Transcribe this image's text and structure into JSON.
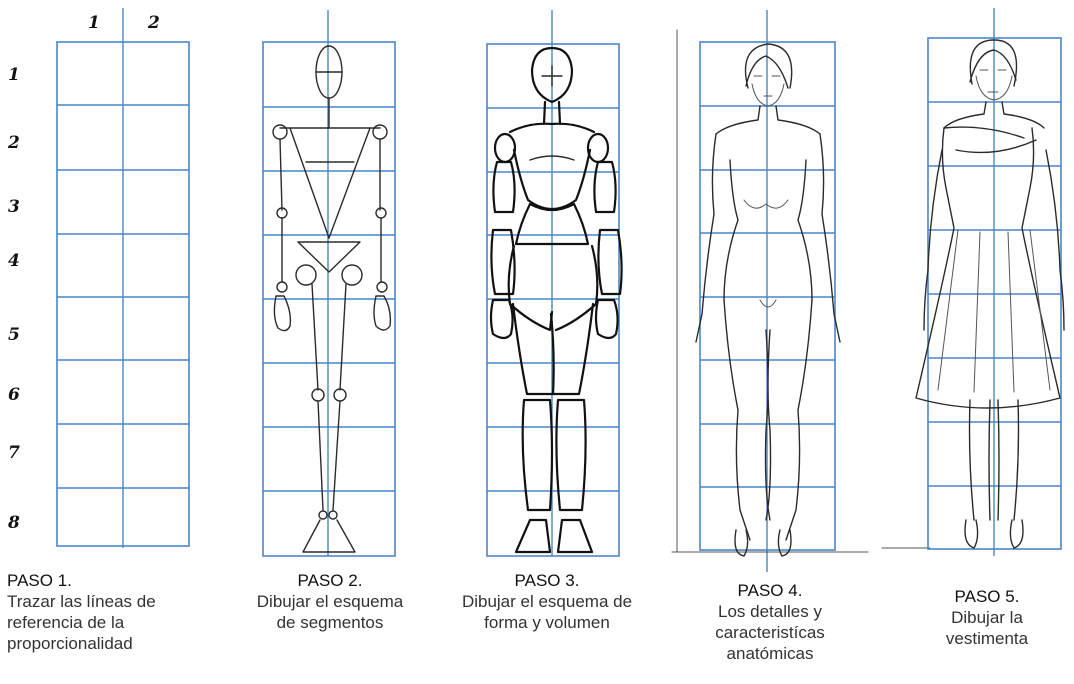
{
  "column_labels": [
    "1",
    "2"
  ],
  "row_labels": [
    "1",
    "2",
    "3",
    "4",
    "5",
    "6",
    "7",
    "8"
  ],
  "colors": {
    "grid": "#4a86c8",
    "ink": "#2b2b2b"
  },
  "steps": [
    {
      "title": "PASO 1.",
      "lines": [
        "Trazar las líneas de",
        "referencia de la",
        "proporcionalidad"
      ]
    },
    {
      "title": "PASO 2.",
      "lines": [
        "Dibujar el esquema",
        "de segmentos"
      ]
    },
    {
      "title": "PASO 3.",
      "lines": [
        "Dibujar el esquema de",
        "forma y volumen"
      ]
    },
    {
      "title": "PASO 4.",
      "lines": [
        "Los detalles y",
        "caracteristícas",
        "anatómicas"
      ]
    },
    {
      "title": "PASO 5.",
      "lines": [
        "Dibujar la",
        "vestimenta"
      ]
    }
  ]
}
